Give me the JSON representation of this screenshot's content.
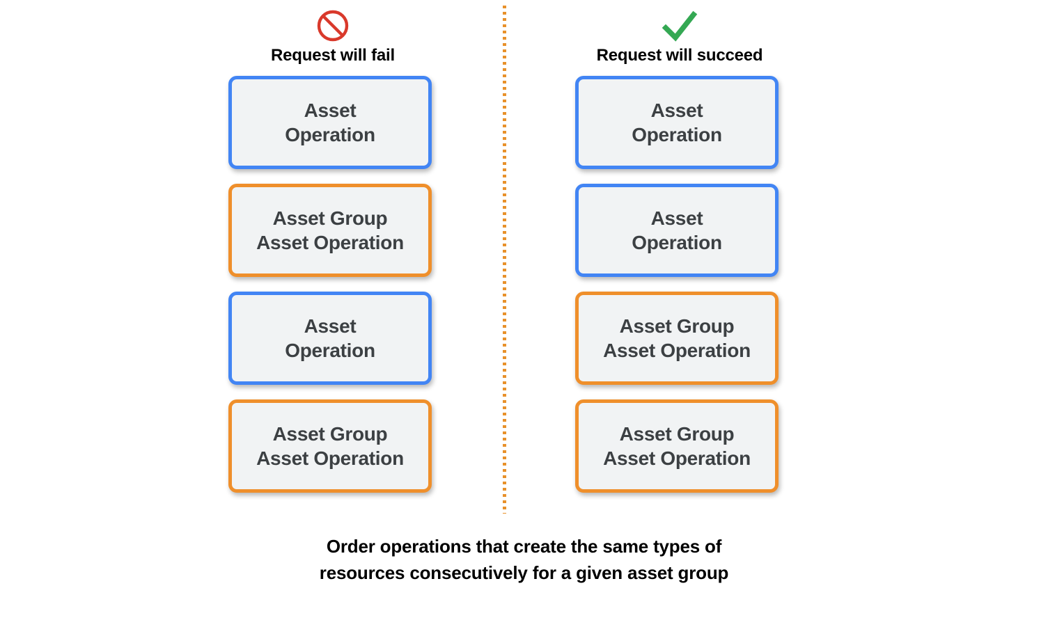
{
  "colors": {
    "box_fill": "#f1f3f4",
    "blue_border": "#4285f4",
    "orange_border": "#ef8f2b",
    "fail_icon": "#d9392b",
    "success_icon": "#34a853",
    "divider": "#e8912b",
    "box_text": "#3c4043",
    "heading_text": "#000000",
    "background": "#ffffff"
  },
  "columns": [
    {
      "id": "fail",
      "icon": "prohibition-icon",
      "icon_color": "#d9392b",
      "label": "Request will fail",
      "boxes": [
        {
          "text": "Asset\nOperation",
          "type": "asset-operation",
          "border": "blue"
        },
        {
          "text": "Asset Group\nAsset Operation",
          "type": "asset-group-asset-operation",
          "border": "orange"
        },
        {
          "text": "Asset\nOperation",
          "type": "asset-operation",
          "border": "blue"
        },
        {
          "text": "Asset Group\nAsset Operation",
          "type": "asset-group-asset-operation",
          "border": "orange"
        }
      ]
    },
    {
      "id": "succeed",
      "icon": "checkmark-icon",
      "icon_color": "#34a853",
      "label": "Request will succeed",
      "boxes": [
        {
          "text": "Asset\nOperation",
          "type": "asset-operation",
          "border": "blue"
        },
        {
          "text": "Asset\nOperation",
          "type": "asset-operation",
          "border": "blue"
        },
        {
          "text": "Asset Group\nAsset Operation",
          "type": "asset-group-asset-operation",
          "border": "orange"
        },
        {
          "text": "Asset Group\nAsset Operation",
          "type": "asset-group-asset-operation",
          "border": "orange"
        }
      ]
    }
  ],
  "caption": "Order operations that create the same types of\nresources consecutively for a given asset group"
}
